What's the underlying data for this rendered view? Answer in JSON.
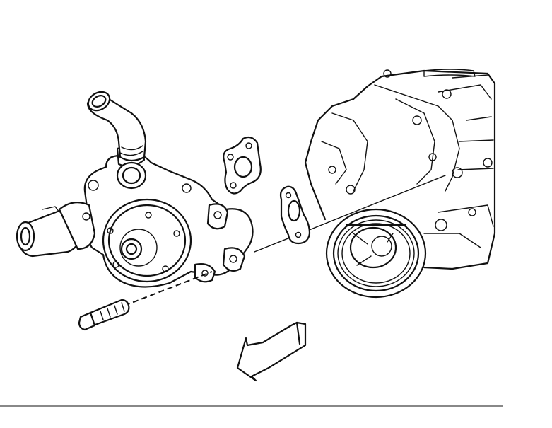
{
  "figure": {
    "parts": [
      "water-pump",
      "gasket-upper",
      "gasket-lower",
      "bolt",
      "crank-pulley",
      "engine-block",
      "direction-arrow"
    ],
    "colors": {
      "line": "#111111",
      "background": "#ffffff",
      "arrow_fill": "#ffffff"
    }
  }
}
